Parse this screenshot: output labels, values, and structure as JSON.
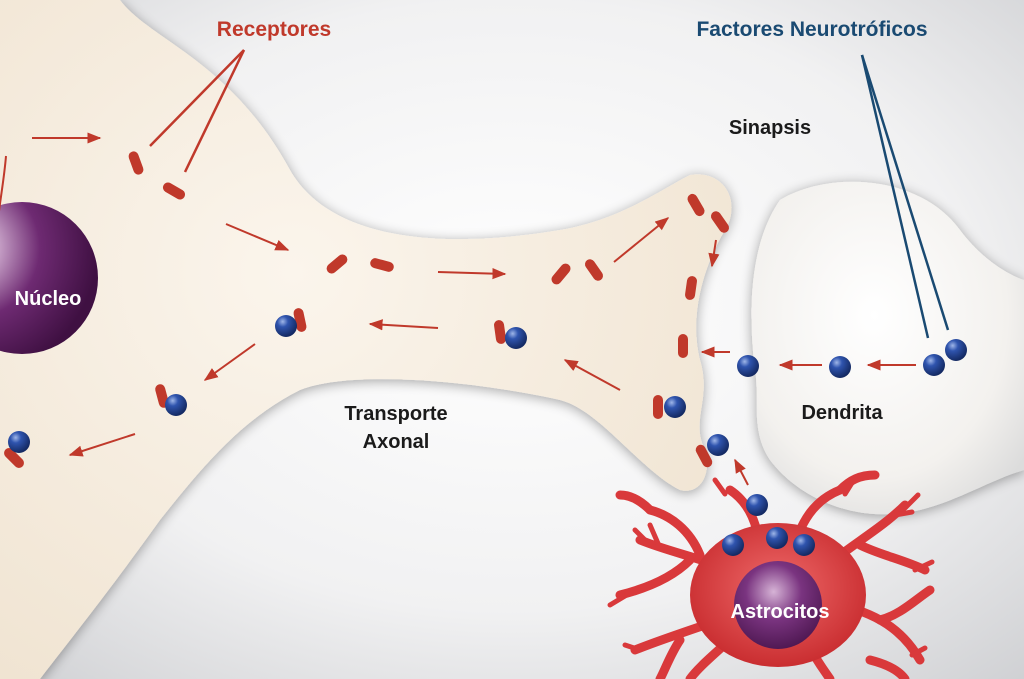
{
  "labels": {
    "receptores": "Receptores",
    "factores": "Factores Neurotróficos",
    "sinapsis": "Sinapsis",
    "nucleo": "Núcleo",
    "transporte_1": "Transporte",
    "transporte_2": "Axonal",
    "dendrita": "Dendrita",
    "astrocitos": "Astrocitos"
  },
  "colors": {
    "receptor": "#c0392b",
    "label_receptores": "#c0392b",
    "label_factores": "#1a4a72",
    "factor_sphere": "#1e3f8a",
    "nucleus": "#5a1d5e",
    "astrocyte": "#d9393b",
    "neuron": "#f4ebdd",
    "dark_text": "#1b1b1b"
  }
}
